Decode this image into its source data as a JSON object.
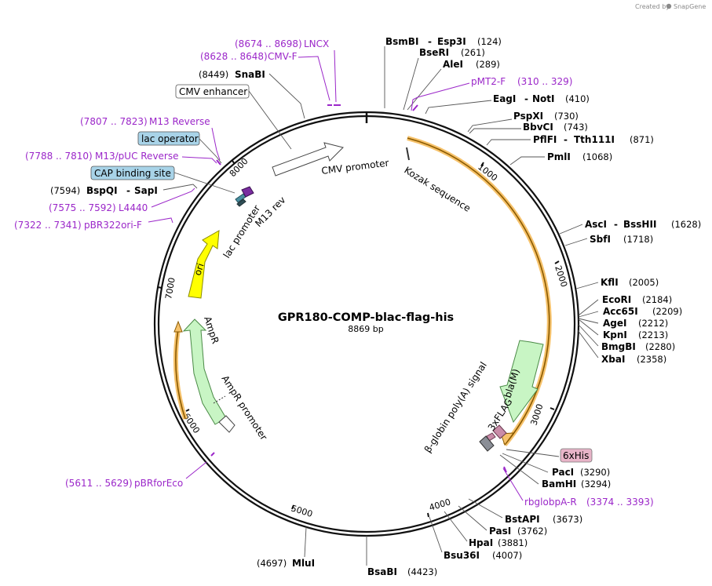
{
  "title": "GPR180-COMP-blac-flag-his",
  "length_label": "8869 bp",
  "credit": "Created by",
  "credit_brand": "SnapGene",
  "colors": {
    "primer": "#9b27c9",
    "ampR": "#c8f5c4",
    "ori": "#ffff00",
    "orf_highlight": "#f6c26b",
    "lac_operator_box": "#a8d3e8",
    "his_box": "#e8b4c8"
  },
  "ticks": [
    "1000",
    "2000",
    "3000",
    "4000",
    "5000",
    "6000",
    "7000",
    "8000"
  ],
  "sites": [
    {
      "name": "BsmBI",
      "name2": "Esp3I",
      "pos": "(124)"
    },
    {
      "name": "BseRI",
      "pos": "(261)"
    },
    {
      "name": "AleI",
      "pos": "(289)"
    },
    {
      "name": "EagI",
      "name2": "NotI",
      "pos": "(410)"
    },
    {
      "name": "PspXI",
      "pos": "(730)"
    },
    {
      "name": "BbvCI",
      "pos": "(743)"
    },
    {
      "name": "PflFI",
      "name2": "Tth111I",
      "pos": "(871)"
    },
    {
      "name": "PmlI",
      "pos": "(1068)"
    },
    {
      "name": "AscI",
      "name2": "BssHII",
      "pos": "(1628)"
    },
    {
      "name": "SbfI",
      "pos": "(1718)"
    },
    {
      "name": "KflI",
      "pos": "(2005)"
    },
    {
      "name": "EcoRI",
      "pos": "(2184)"
    },
    {
      "name": "Acc65I",
      "pos": "(2209)"
    },
    {
      "name": "AgeI",
      "pos": "(2212)"
    },
    {
      "name": "KpnI",
      "pos": "(2213)"
    },
    {
      "name": "BmgBI",
      "pos": "(2280)"
    },
    {
      "name": "XbaI",
      "pos": "(2358)"
    },
    {
      "name": "PacI",
      "pos": "(3290)"
    },
    {
      "name": "BamHI",
      "pos": "(3294)"
    },
    {
      "name": "BstAPI",
      "pos": "(3673)"
    },
    {
      "name": "PasI",
      "pos": "(3762)"
    },
    {
      "name": "HpaI",
      "pos": "(3881)"
    },
    {
      "name": "Bsu36I",
      "pos": "(4007)"
    },
    {
      "name": "BsaBI",
      "pos": "(4423)"
    },
    {
      "name": "MluI",
      "pos": "(4697)"
    },
    {
      "name": "SnaBI",
      "pos": "(8449)"
    },
    {
      "name": "BspQI",
      "name2": "SapI",
      "pos": "(7594)"
    }
  ],
  "primers": [
    {
      "name": "LNCX",
      "range": "(8674 .. 8698)"
    },
    {
      "name": "CMV-F",
      "range": "(8628 .. 8648)"
    },
    {
      "name": "pMT2-F",
      "range": "(310 .. 329)"
    },
    {
      "name": "M13 Reverse",
      "range": "(7807 .. 7823)"
    },
    {
      "name": "M13/pUC Reverse",
      "range": "(7788 .. 7810)"
    },
    {
      "name": "L4440",
      "range": "(7575 .. 7592)"
    },
    {
      "name": "pBR322ori-F",
      "range": "(7322 .. 7341)"
    },
    {
      "name": "pBRforEco",
      "range": "(5611 .. 5629)"
    },
    {
      "name": "rbglobpA-R",
      "range": "(3374 .. 3393)"
    }
  ],
  "boxed_labels": [
    {
      "name": "CMV enhancer"
    },
    {
      "name": "lac operator"
    },
    {
      "name": "CAP binding site"
    },
    {
      "name": "6xHis"
    }
  ],
  "features": [
    {
      "name": "CMV promoter"
    },
    {
      "name": "Kozak sequence"
    },
    {
      "name": "bla(M)"
    },
    {
      "name": "3xFLAG"
    },
    {
      "name": "β-globin poly(A) signal"
    },
    {
      "name": "AmpR"
    },
    {
      "name": "AmpR promoter"
    },
    {
      "name": "ori"
    },
    {
      "name": "lac promoter"
    },
    {
      "name": "M13 rev"
    }
  ]
}
